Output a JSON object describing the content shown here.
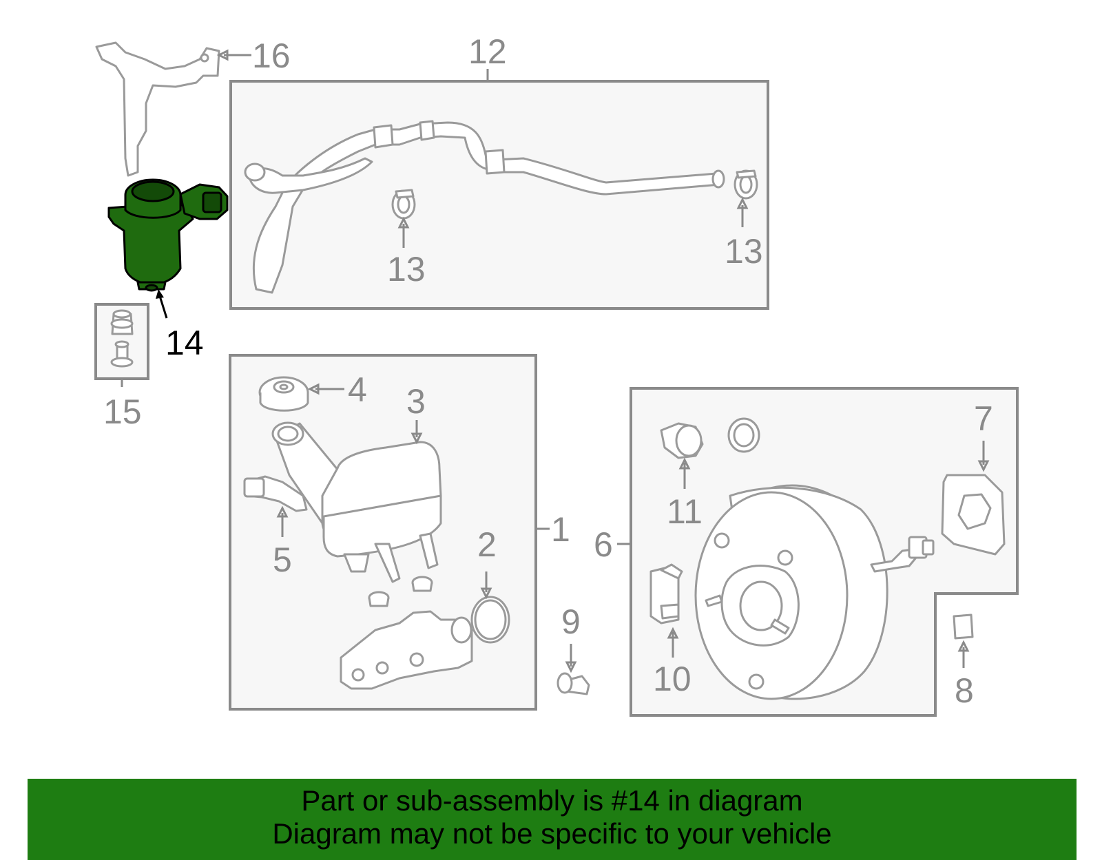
{
  "callouts": {
    "c1": "1",
    "c2": "2",
    "c3": "3",
    "c4": "4",
    "c5": "5",
    "c6": "6",
    "c7": "7",
    "c8": "8",
    "c9": "9",
    "c10": "10",
    "c11": "11",
    "c12": "12",
    "c13a": "13",
    "c13b": "13",
    "c14": "14",
    "c15": "15",
    "c16": "16"
  },
  "highlighted_part": "14",
  "colors": {
    "highlight": "#1f6b0f",
    "banner": "#1e7d12",
    "line": "#8a8a8a"
  },
  "footer": {
    "line1": "Part or sub-assembly is #14 in diagram",
    "line2": "Diagram may not be specific to your vehicle"
  }
}
